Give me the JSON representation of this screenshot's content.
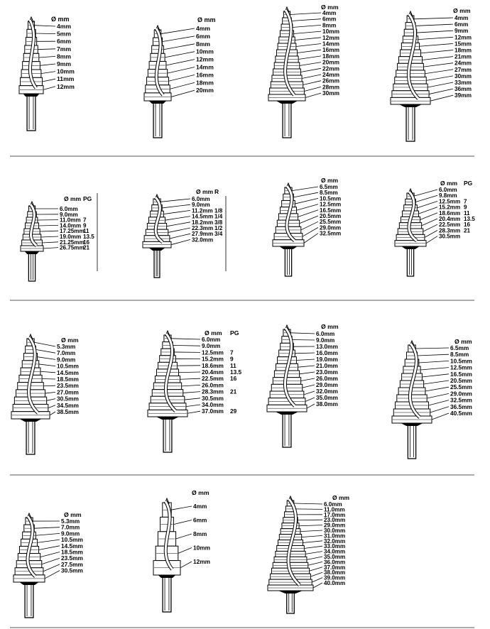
{
  "colors": {
    "ink": "#000000",
    "paper": "#ffffff",
    "separator": "#555555"
  },
  "drills": [
    {
      "id": "d1",
      "mm_header": "Ø mm",
      "sizes": [
        "4mm",
        "5mm",
        "6mm",
        "7mm",
        "8mm",
        "9mm",
        "10mm",
        "11mm",
        "12mm"
      ]
    },
    {
      "id": "d2",
      "mm_header": "Ø mm",
      "sizes": [
        "4mm",
        "6mm",
        "8mm",
        "10mm",
        "12mm",
        "14mm",
        "16mm",
        "18mm",
        "20mm"
      ]
    },
    {
      "id": "d3",
      "mm_header": "Ø mm",
      "sizes": [
        "4mm",
        "6mm",
        "8mm",
        "10mm",
        "12mm",
        "14mm",
        "16mm",
        "18mm",
        "20mm",
        "22mm",
        "24mm",
        "26mm",
        "28mm",
        "30mm"
      ]
    },
    {
      "id": "d4",
      "mm_header": "Ø mm",
      "sizes": [
        "4mm",
        "6mm",
        "9mm",
        "12mm",
        "15mm",
        "18mm",
        "21mm",
        "24mm",
        "27mm",
        "30mm",
        "33mm",
        "36mm",
        "39mm"
      ]
    },
    {
      "id": "d5",
      "mm_header": "Ø mm",
      "extra_header": "PG",
      "sizes": [
        "6.0mm",
        "9.0mm",
        "11.0mm",
        "14.0mm",
        "17.25mm",
        "19.0mm",
        "21.25mm",
        "26.75mm"
      ],
      "extras": [
        "",
        "",
        "7",
        "9",
        "11",
        "13.5",
        "16",
        "21"
      ]
    },
    {
      "id": "d6",
      "mm_header": "Ø mm",
      "extra_header": "R",
      "sizes": [
        "6.0mm",
        "9.0mm",
        "11.2mm",
        "14.5mm",
        "18.2mm",
        "22.3mm",
        "27.9mm",
        "32.0mm"
      ],
      "extras": [
        "",
        "",
        "1/8",
        "1/4",
        "3/8",
        "1/2",
        "3/4",
        ""
      ]
    },
    {
      "id": "d7",
      "mm_header": "Ø mm",
      "sizes": [
        "6.5mm",
        "8.5mm",
        "10.5mm",
        "12.5mm",
        "16.5mm",
        "20.5mm",
        "25.5mm",
        "29.0mm",
        "32.5mm"
      ]
    },
    {
      "id": "d8",
      "mm_header": "Ø mm",
      "extra_header": "PG",
      "sizes": [
        "6.0mm",
        "9.8mm",
        "12.5mm",
        "15.2mm",
        "18.6mm",
        "20.4mm",
        "22.5mm",
        "28.3mm",
        "30.5mm"
      ],
      "extras": [
        "",
        "",
        "7",
        "9",
        "11",
        "13.5",
        "16",
        "21",
        ""
      ]
    },
    {
      "id": "d9",
      "mm_header": "Ø mm",
      "sizes": [
        "5.3mm",
        "7.0mm",
        "9.0mm",
        "10.5mm",
        "14.5mm",
        "18.5mm",
        "23.5mm",
        "27.0mm",
        "30.5mm",
        "34.5mm",
        "38.5mm"
      ]
    },
    {
      "id": "d10",
      "mm_header": "Ø mm",
      "extra_header": "PG",
      "sizes": [
        "6.0mm",
        "9.0mm",
        "12.5mm",
        "15.2mm",
        "18.6mm",
        "20.4mm",
        "22.5mm",
        "26.0mm",
        "28.3mm",
        "30.5mm",
        "34.0mm",
        "37.0mm"
      ],
      "extras": [
        "",
        "",
        "7",
        "9",
        "11",
        "13.5",
        "16",
        "",
        "21",
        "",
        "",
        "29"
      ]
    },
    {
      "id": "d11",
      "mm_header": "Ø mm",
      "sizes": [
        "6.0mm",
        "9.0mm",
        "13.0mm",
        "16.0mm",
        "19.0mm",
        "21.0mm",
        "23.0mm",
        "26.0mm",
        "29.0mm",
        "32.0mm",
        "35.0mm",
        "38.0mm"
      ]
    },
    {
      "id": "d12",
      "mm_header": "Ø mm",
      "sizes": [
        "6.5mm",
        "8.5mm",
        "10.5mm",
        "12.5mm",
        "16.5mm",
        "20.5mm",
        "25.5mm",
        "29.0mm",
        "32.5mm",
        "36.5mm",
        "40.5mm"
      ]
    },
    {
      "id": "d13",
      "mm_header": "Ø mm",
      "sizes": [
        "5.3mm",
        "7.0mm",
        "9.0mm",
        "10.5mm",
        "14.5mm",
        "18.5mm",
        "23.5mm",
        "27.5mm",
        "30.5mm"
      ]
    },
    {
      "id": "d14",
      "mm_header": "Ø mm",
      "sizes": [
        "4mm",
        "6mm",
        "8mm",
        "10mm",
        "12mm"
      ]
    },
    {
      "id": "d15",
      "mm_header": "Ø mm",
      "sizes": [
        "6.0mm",
        "11.0mm",
        "17.0mm",
        "23.0mm",
        "29.0mm",
        "30.0mm",
        "31.0mm",
        "32.0mm",
        "33.0mm",
        "34.0mm",
        "35.0mm",
        "36.0mm",
        "37.0mm",
        "38.0mm",
        "39.0mm",
        "40.0mm"
      ]
    }
  ]
}
